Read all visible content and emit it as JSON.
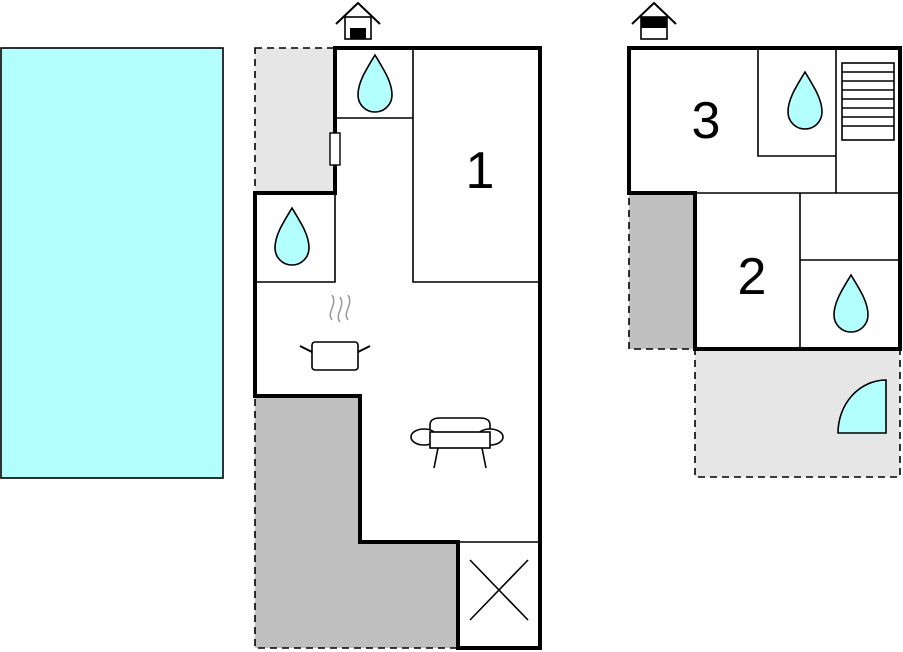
{
  "colors": {
    "pool": "#b3ffff",
    "water": "#b3ffff",
    "terrace_light": "#e6e6e6",
    "terrace_dark": "#c0c0c0",
    "wall": "#000000"
  },
  "rooms": {
    "room_1": "1",
    "room_2": "2",
    "room_3": "3"
  },
  "icons": [
    "entrance-icon",
    "water-drop-icon",
    "cooking-pot-icon",
    "sofa-icon",
    "stairs-icon",
    "shower-icon"
  ]
}
